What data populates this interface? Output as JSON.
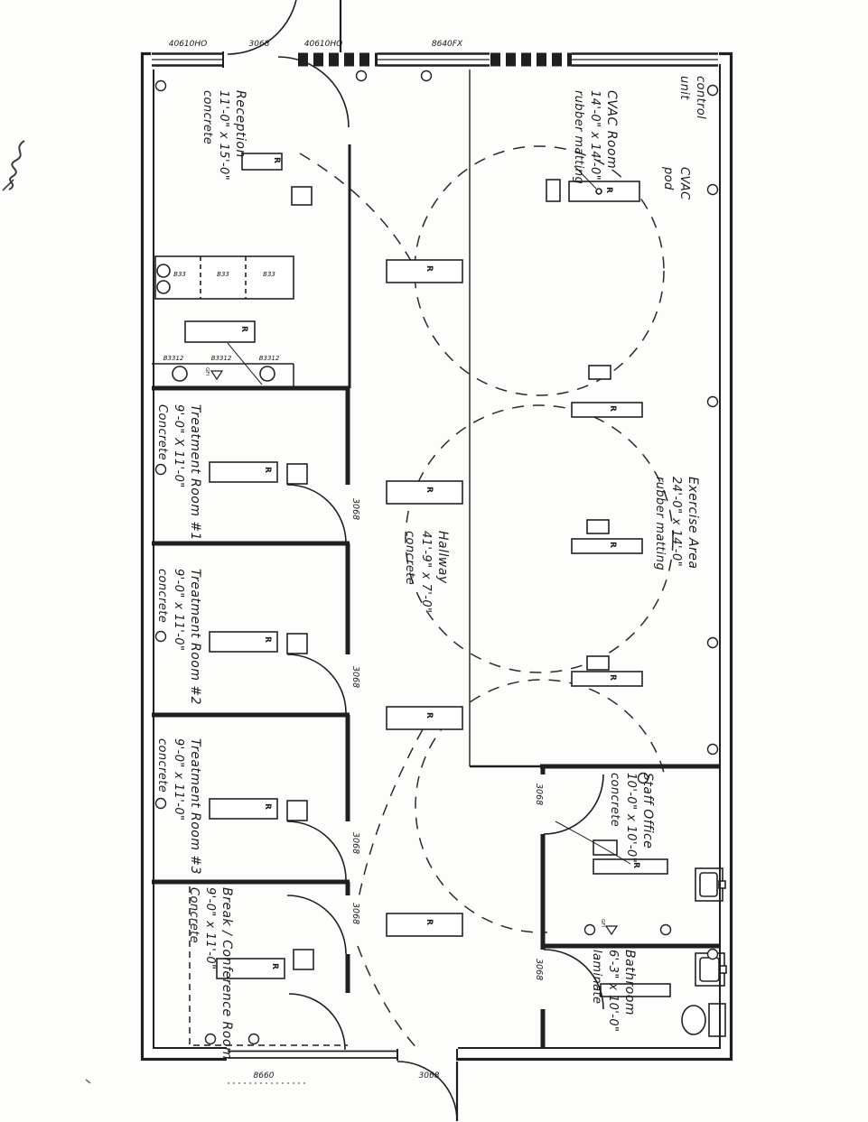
{
  "plan": {
    "rooms": {
      "reception": {
        "name": "Reception",
        "dims": "11'-0\" x 15'-0\"",
        "floor": "concrete"
      },
      "cvac_room": {
        "name": "CVAC Room",
        "dims": "14'-0\" x 14'-0\"",
        "floor": "rubber matting"
      },
      "treatment_1": {
        "name": "Treatment Room #1",
        "dims": "9'-0\" X 11'-0\"",
        "floor": "Concrete"
      },
      "treatment_2": {
        "name": "Treatment Room #2",
        "dims": "9'-0\" x 11'-0\"",
        "floor": "concrete"
      },
      "treatment_3": {
        "name": "Treatment Room #3",
        "dims": "9'-0\" x 11'-0\"",
        "floor": "concrete"
      },
      "break_conference": {
        "name": "Break / Conference Room",
        "dims": "9'-0\" x 11'-0\"",
        "floor": "Concrete"
      },
      "hallway": {
        "name": "Hallway",
        "dims": "41'-9\" x 7'-0\"",
        "floor": "concrete"
      },
      "exercise": {
        "name": "Exercise Area",
        "dims": "24'-0\" x 14'-0\"",
        "floor": "rubber matting"
      },
      "staff_office": {
        "name": "Staff Office",
        "dims": "10'-0\" x 10'-0\"",
        "floor": "concrete"
      },
      "bathroom": {
        "name": "Bathroom",
        "dims": "6'-3\" x 10'-0\"",
        "floor": "laminate"
      }
    },
    "annotations": {
      "control": "control",
      "unit": "unit",
      "cvac": "CVAC",
      "pod": "pod",
      "gfi": "GFI",
      "tag_r": "R"
    },
    "openings": {
      "window_ho": "40610HO",
      "door": "3068",
      "window_fx": "8640FX",
      "overhead_door": "8660"
    },
    "cabinets": {
      "upper": "B33",
      "base": "B3312"
    },
    "colors": {
      "ink": "#1f1f1f",
      "paper": "#fdfdfc"
    }
  }
}
